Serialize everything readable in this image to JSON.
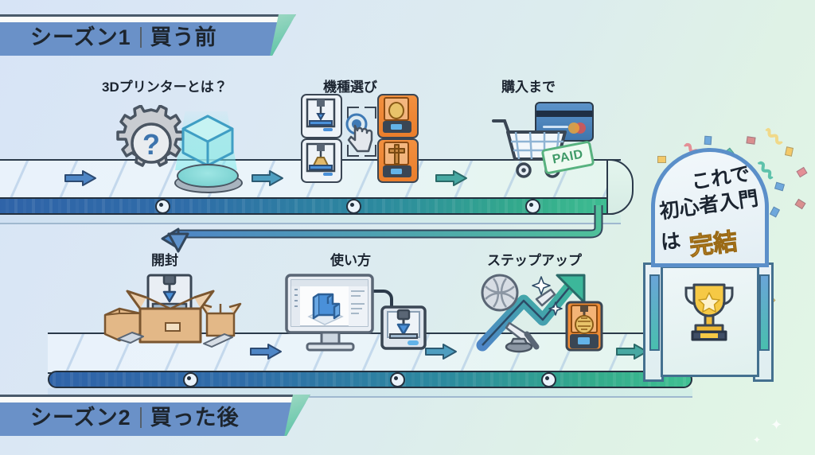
{
  "page": {
    "title_line_top": "シーズン1｜買う前",
    "title_line_bottom": "シーズン2｜買った後"
  },
  "banners": [
    {
      "season_label": "シーズン1",
      "divider": "｜",
      "phase_label": "買う前",
      "name": "season-1-banner"
    },
    {
      "season_label": "シーズン2",
      "divider": "｜",
      "phase_label": "買った後",
      "name": "season-2-banner"
    }
  ],
  "row1": {
    "steps": [
      {
        "label": "3Dプリンターとは？",
        "icon": "gear-question-hologram-icon"
      },
      {
        "label": "機種選び",
        "icon": "printer-selection-icon"
      },
      {
        "label": "購入まで",
        "icon": "shopping-cart-paid-icon"
      }
    ],
    "arrows": [
      "belt-arrow-1",
      "belt-arrow-2",
      "belt-arrow-3"
    ]
  },
  "row2": {
    "steps": [
      {
        "label": "開封",
        "icon": "unboxing-printer-icon"
      },
      {
        "label": "使い方",
        "icon": "computer-printer-workflow-icon"
      },
      {
        "label": "ステップアップ",
        "icon": "growth-arrow-tools-icon"
      }
    ],
    "arrows": [
      "belt-arrow-4",
      "belt-arrow-5",
      "belt-arrow-6"
    ]
  },
  "goal": {
    "lines": [
      "これで",
      "初心者入門",
      "は",
      "完結"
    ],
    "highlight_word": "完結",
    "trophy_icon": "trophy-icon"
  },
  "badges": {
    "paid_stamp": "PAID"
  },
  "colors": {
    "bg_left": "#d7e4f6",
    "bg_right": "#e2f6e6",
    "belt_blue": "#2f63a8",
    "belt_teal": "#3fbf92",
    "banner_bg": "#fbfbf9",
    "banner_outline": "#4a5a6a",
    "accent_orange": "#f2a93b",
    "paid_green": "#58b27f",
    "printer_orange": "#ea7e2c"
  }
}
